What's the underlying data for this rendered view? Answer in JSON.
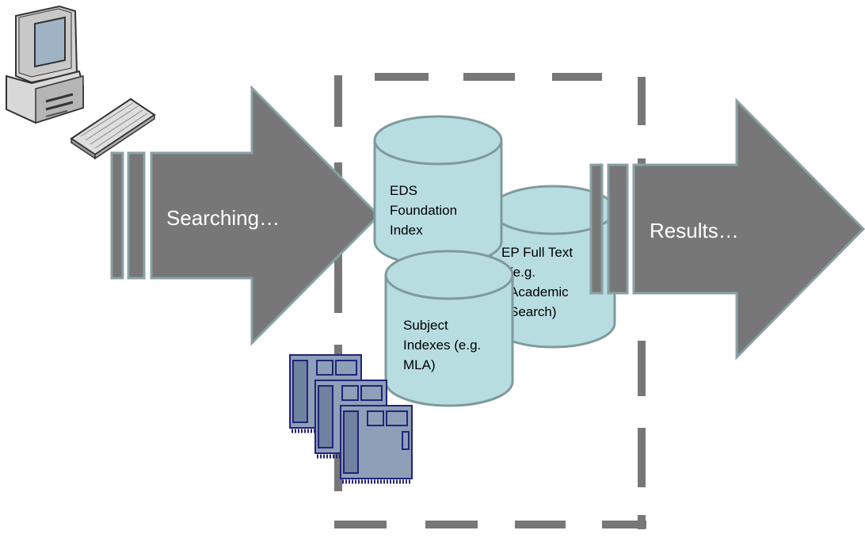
{
  "diagram": {
    "input_arrow": {
      "label": "Searching…"
    },
    "output_arrow": {
      "label": "Results…"
    },
    "databases": [
      {
        "id": "eds",
        "lines": [
          "EDS",
          "Foundation",
          "Index"
        ]
      },
      {
        "id": "ep",
        "lines": [
          "EP Full Text",
          "(e.g.",
          "Academic",
          "Search)"
        ]
      },
      {
        "id": "subject",
        "lines": [
          "Subject",
          "Indexes (e.g.",
          "MLA)"
        ]
      }
    ]
  },
  "colors": {
    "arrow_fill": "#777777",
    "arrow_stroke": "#8aa1a3",
    "cylinder_fill": "#b8dde0",
    "cylinder_stroke": "#7f9a9c",
    "dashed_box": "#777777",
    "server_fill": "#8da0b8",
    "server_stroke": "#23237a"
  },
  "icons": [
    "computer-icon",
    "server-rack-icon"
  ]
}
